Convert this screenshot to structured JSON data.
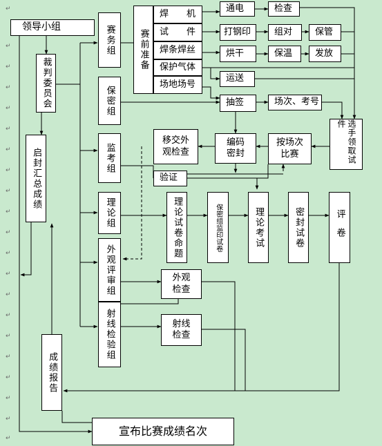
{
  "nodes": {
    "leader": "领导小组",
    "referee": "裁判委员会",
    "summary": "启封汇总成绩",
    "report": "成绩报告",
    "announce": "宣布比赛成绩名次",
    "affairs": "赛务组",
    "secret": "保密组",
    "proctor": "监考组",
    "theory": "理论组",
    "visual": "外观评审组",
    "radio": "射线检验组",
    "prep": "赛前准备",
    "welder": "焊　　机",
    "specimen": "试　　件",
    "rod": "焊条焊丝",
    "gas": "保护气体",
    "site": "场地场号",
    "power": "通电",
    "check": "检查",
    "stamp": "打钢印",
    "pair": "组对",
    "keep": "保管",
    "dry": "烘干",
    "warm": "保温",
    "dispatch": "发放",
    "transport": "运送",
    "draw": "抽签",
    "session": "场次、考号",
    "pick": "选手领取试件",
    "order": "按场次比赛",
    "code": "编码密封",
    "handover": "移交外观检查",
    "verify": "验证",
    "prop": "理论试卷命题",
    "print": "保密组监印试卷",
    "exam": "理论考试",
    "seal": "密封试卷",
    "grade": "评卷",
    "vis_check": "外观检查",
    "ray_check": "射线检查"
  },
  "colors": {
    "background": "#c9e9ce",
    "box": "#ffffff",
    "line": "#000000",
    "mark": "#6b6b6b"
  }
}
